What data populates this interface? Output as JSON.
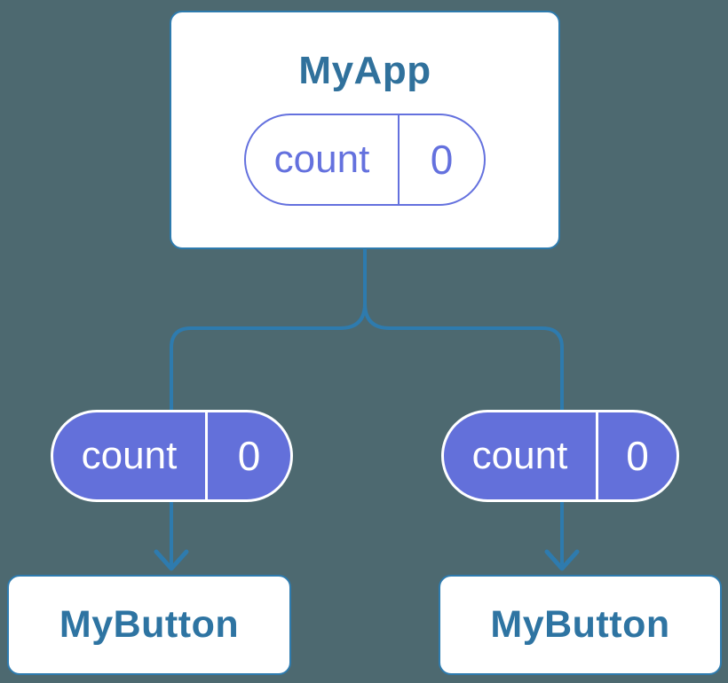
{
  "colors": {
    "background": "#4D6970",
    "edge_blue": "#2E7BAE",
    "card_border_blue": "#2E7BAE",
    "card_title_blue": "#30719C",
    "state_pill_purple": "#6370DA",
    "state_pill_outline_purple": "#6471DE",
    "card_fill": "#FFFFFF"
  },
  "tree": {
    "root": {
      "title": "MyApp",
      "state": {
        "name": "count",
        "value": "0"
      }
    },
    "children": [
      {
        "title": "MyButton",
        "prop": {
          "name": "count",
          "value": "0"
        }
      },
      {
        "title": "MyButton",
        "prop": {
          "name": "count",
          "value": "0"
        }
      }
    ]
  }
}
